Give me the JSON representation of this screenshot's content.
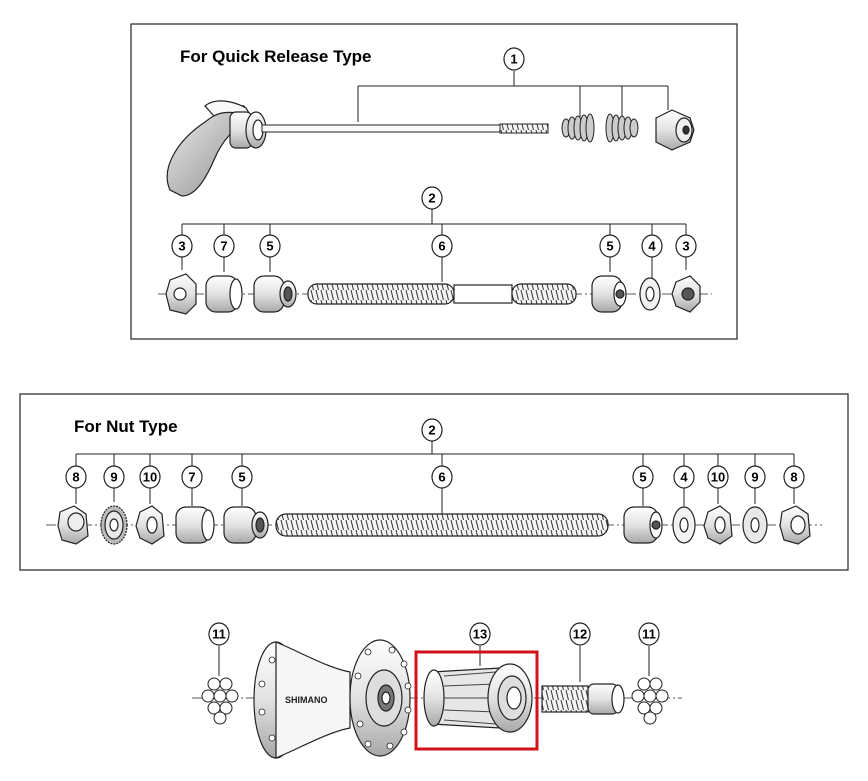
{
  "quick_release": {
    "title": "For Quick Release Type"
  },
  "nut_type": {
    "title": "For Nut Type"
  },
  "hub": {
    "brand_label": "SHIMANO"
  },
  "callouts": {
    "n1": "1",
    "n2": "2",
    "n3": "3",
    "n4": "4",
    "n5": "5",
    "n6": "6",
    "n7": "7",
    "n8": "8",
    "n9": "9",
    "n10": "10",
    "n11": "11",
    "n12": "12",
    "n13": "13"
  },
  "highlight": {
    "part": "13",
    "color": "#d0111a"
  }
}
